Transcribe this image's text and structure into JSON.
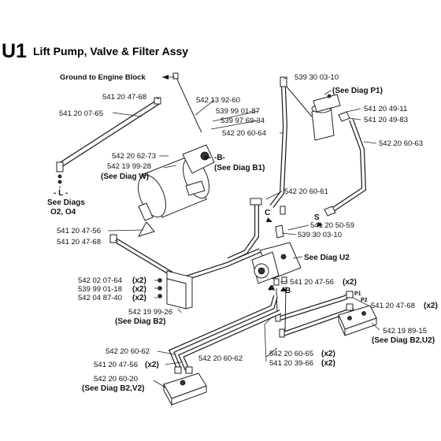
{
  "header": {
    "code": "U1",
    "title": "Lift Pump, Valve & Filter Assy"
  },
  "labels": {
    "ground": "Ground to Engine Block",
    "p_542139260": "542 13 92-60",
    "p_539990187": "539 99 01-87",
    "p_539976934": "539 97 69-34",
    "p_541204768_top": "541 20 47-68",
    "p_541200765": "541 20 07-65",
    "p_542206273": "542 20 62-73",
    "p_542199928": "542 19 99-28",
    "see_diag_w": "(See Diag W)",
    "diag_b": "-B-",
    "see_diag_b1": "(See Diag B1)",
    "diag_l": "- L -",
    "see_diags": "See Diags",
    "o2_o4": "O2, O4",
    "p_539300310_top": "539 30 03-10",
    "see_diag_p1": "(See Diag P1)",
    "p_541204911": "541 20 49-11",
    "p_541204983": "541 20 49-83",
    "p_542206064": "542 20 60-64",
    "p_542206063": "542 20 60-63",
    "p_542206061": "542 20 60-61",
    "letter_c": "C",
    "letter_s": "S",
    "p_541205059": "541 20 50-59",
    "p_539300310_mid": "539 30 03-10",
    "p_541204756_left": "541 20 47-56",
    "p_541204768_left": "541 20 47-68",
    "see_diag_u2": "See Diag U2",
    "p_542020764": "542 02 07-64",
    "x2_a": "(x2)",
    "p_539990118": "539 99 01-18",
    "x2_b": "(x2)",
    "p_542048740": "542 04 87-40",
    "x2_c": "(x2)",
    "letter_a": "A",
    "letter_b": "B",
    "p_541204756_mid": "541 20 47-56",
    "x2_d": "(x2)",
    "p1": "P1",
    "p2": "P2",
    "p_541204768_right": "541 20 47-68",
    "x2_e": "(x2)",
    "p_542199926": "542 19 99-26",
    "see_diag_b2": "(See Diag B2)",
    "p_542198915": "542 19 89-15",
    "see_diag_b2u2": "(See Diag B2,U2)",
    "p_542206062_a": "542 20 60-62",
    "p_542206062_b": "542 20 60-62",
    "p_542206065": "542 20 60-65",
    "x2_f": "(x2)",
    "p_541204756_low": "541 20 47-56",
    "x2_g": "(x2)",
    "p_541203966": "541 20 39-66",
    "x2_h": "(x2)",
    "p_542206020": "542 20 60-20",
    "see_diag_b2v2": "(See Diag B2,V2)"
  }
}
